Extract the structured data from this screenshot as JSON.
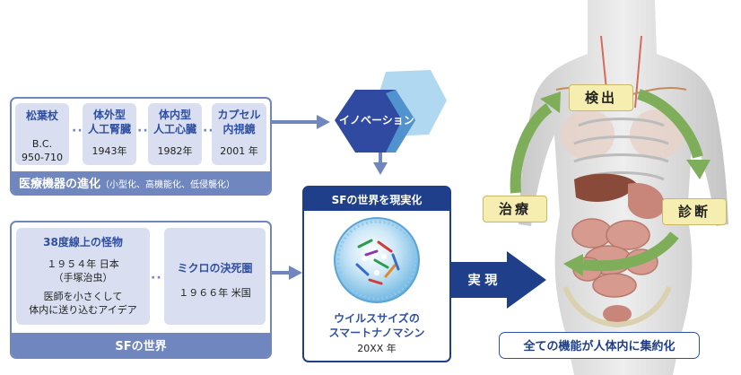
{
  "evolution": {
    "items": [
      {
        "name": "松葉杖",
        "line1": "B.C.",
        "line2": "950-710"
      },
      {
        "name": "体外型\n人工腎臓",
        "line1": "1943年"
      },
      {
        "name": "体内型\n人工心臓",
        "line1": "1982年"
      },
      {
        "name": "カプセル\n内視鏡",
        "line1": "2001 年"
      }
    ],
    "bar_title": "医療機器の進化",
    "bar_note": "（小型化、高機能化、低侵襲化）"
  },
  "sf": {
    "left": {
      "title": "38度線上の怪物",
      "line1": "１９５４年 日本",
      "line2": "（手塚治虫）",
      "line3": "医師を小さくして",
      "line4": "体内に送り込むアイデア"
    },
    "right": {
      "title": "ミクロの決死圏",
      "line1": "１９６６年 米国"
    },
    "bar_title": "SFの世界"
  },
  "innovation": {
    "label": "イノベーション"
  },
  "realize": {
    "header": "SFの世界を現実化",
    "caption1": "ウイルスサイズの",
    "caption2": "スマートナノマシン",
    "year": "20XX 年"
  },
  "arrow": {
    "label": "実 現"
  },
  "cycle": {
    "detect": "検出",
    "diagnose": "診断",
    "treat": "治療"
  },
  "summary": "全ての機能が人体内に集約化",
  "colors": {
    "accent": "#6f86bf",
    "navy": "#1f3f8a",
    "text_blue": "#2e4fa3",
    "cycle_green": "#7fae5a",
    "step_fill": "#f5eeb0"
  }
}
